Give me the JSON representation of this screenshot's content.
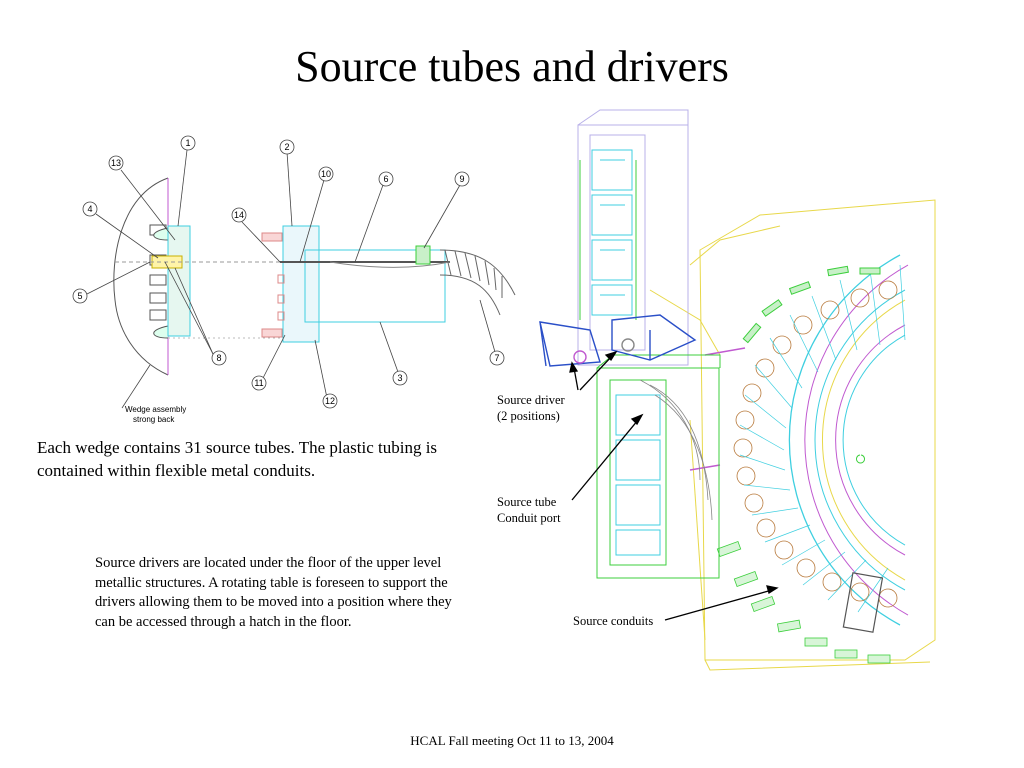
{
  "slide": {
    "title": "Source tubes and drivers",
    "footer": "HCAL Fall meeting Oct 11 to 13, 2004"
  },
  "paragraphs": {
    "wedge_text": "Each wedge contains 31 source tubes.  The plastic tubing is contained within flexible metal conduits.",
    "drivers_text": "Source drivers are located under the floor of the upper level metallic structures.  A rotating table is foreseen to support the drivers allowing them to be moved into a position where they can be accessed through a hatch in the floor."
  },
  "callouts": {
    "source_driver_line1": "Source driver",
    "source_driver_line2": "(2 positions)",
    "conduit_port_line1": "Source tube",
    "conduit_port_line2": "Conduit port",
    "source_conduits": "Source conduits"
  },
  "drawing": {
    "bubbles": [
      "1",
      "2",
      "3",
      "4",
      "5",
      "6",
      "7",
      "8",
      "9",
      "10",
      "11",
      "12",
      "13",
      "14"
    ],
    "wedge_label_line1": "Wedge assembly",
    "wedge_label_line2": "strong back"
  },
  "colors": {
    "cad_cyan": "#3fcfe0",
    "cad_green": "#3ccf3c",
    "cad_yellow": "#e8d84a",
    "cad_blue": "#2a4fc8",
    "cad_magenta": "#c05ad0",
    "cad_lavender": "#b8b0e8"
  }
}
